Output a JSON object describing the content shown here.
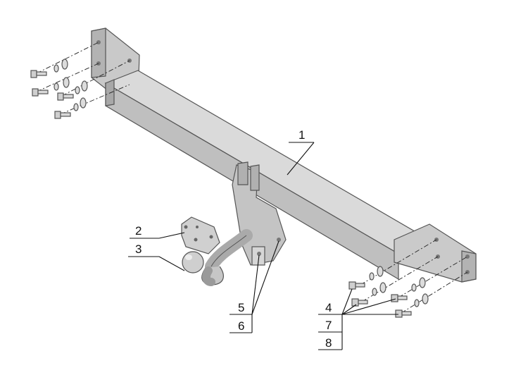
{
  "colors": {
    "metal_light": "#d4d4d4",
    "metal_mid": "#bdbdbd",
    "metal_dark": "#9a9a9a",
    "edge": "#555555",
    "ink": "#111111"
  },
  "parts": {
    "crossbar": "1",
    "socket_plate": "2",
    "tow_ball": "3",
    "bolt": "4",
    "mount_bolt": "5",
    "mount_nut": "6",
    "washer": "7",
    "nut": "8"
  }
}
